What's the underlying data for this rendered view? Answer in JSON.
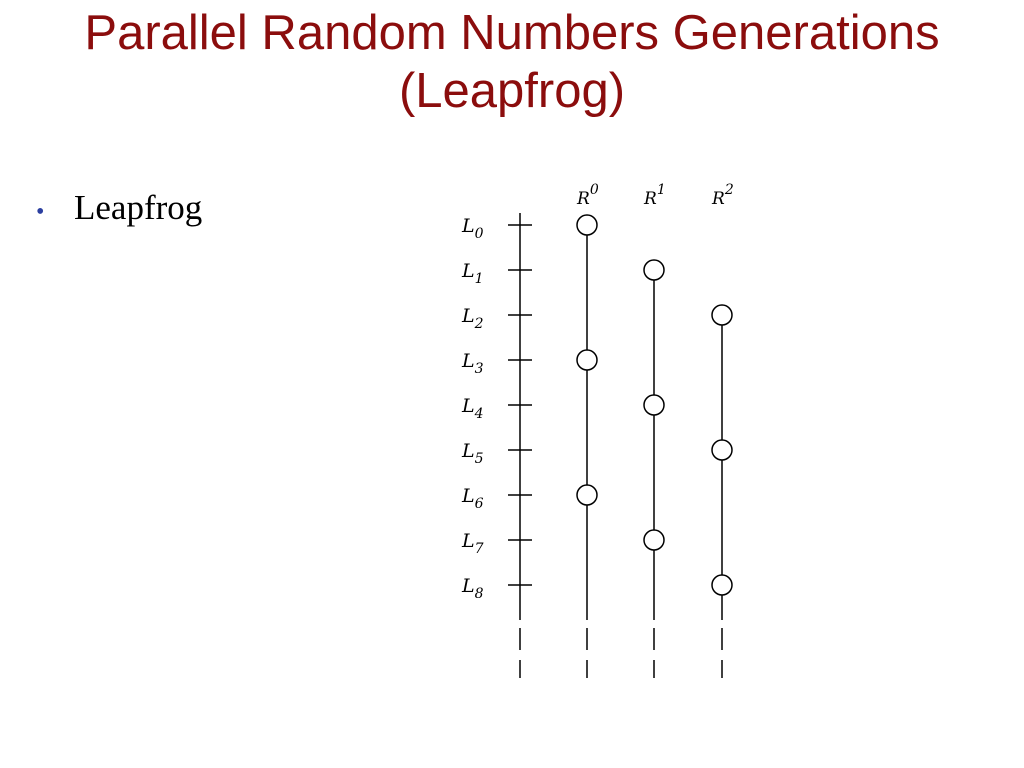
{
  "slide": {
    "title_line1": "Parallel Random Numbers Generations",
    "title_line2": "(Leapfrog)",
    "bullets": [
      {
        "text": "Leapfrog"
      }
    ]
  },
  "diagram": {
    "sequence_labels": [
      {
        "base": "L",
        "sub": "0"
      },
      {
        "base": "L",
        "sub": "1"
      },
      {
        "base": "L",
        "sub": "2"
      },
      {
        "base": "L",
        "sub": "3"
      },
      {
        "base": "L",
        "sub": "4"
      },
      {
        "base": "L",
        "sub": "5"
      },
      {
        "base": "L",
        "sub": "6"
      },
      {
        "base": "L",
        "sub": "7"
      },
      {
        "base": "L",
        "sub": "8"
      }
    ],
    "streams": [
      {
        "base": "R",
        "sup": "0",
        "indices": [
          0,
          3,
          6
        ]
      },
      {
        "base": "R",
        "sup": "1",
        "indices": [
          1,
          4,
          7
        ]
      },
      {
        "base": "R",
        "sup": "2",
        "indices": [
          2,
          5,
          8
        ]
      }
    ],
    "colors": {
      "title": "#8b0d0d",
      "bullet": "#2b3fa0",
      "lines": "#000000"
    }
  }
}
